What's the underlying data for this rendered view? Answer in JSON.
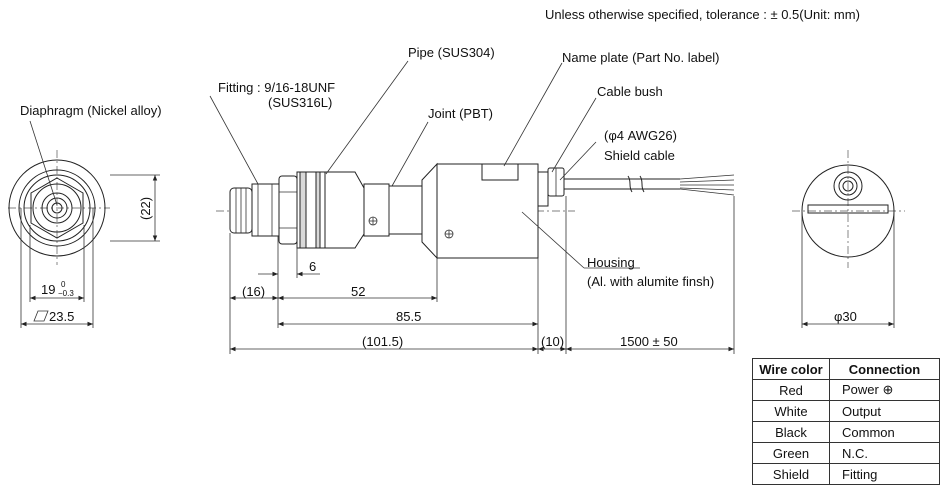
{
  "header": {
    "tolerance_note": "Unless otherwise specified, tolerance : ± 0.5(Unit: mm)"
  },
  "labels": {
    "diaphragm": "Diaphragm (Nickel alloy)",
    "fitting_line1": "Fitting : 9/16-18UNF",
    "fitting_line2": "(SUS316L)",
    "pipe": "Pipe (SUS304)",
    "joint": "Joint (PBT)",
    "name_plate": "Name plate (Part No. label)",
    "cable_bush": "Cable bush",
    "cable_line1": "(φ4   AWG26)",
    "cable_line2": "Shield cable",
    "housing_line1": "Housing",
    "housing_line2": "(Al. with alumite finsh)"
  },
  "dimensions": {
    "d22": "(22)",
    "d19": "19",
    "d19_tol_upper": "0",
    "d19_tol_lower": "−0.3",
    "d23_5": "23.5",
    "d6": "6",
    "d16": "(16)",
    "d52": "52",
    "d85_5": "85.5",
    "d101_5": "(101.5)",
    "d10": "(10)",
    "d1500": "1500 ± 50",
    "d30": "φ30"
  },
  "wire_table": {
    "headers": [
      "Wire color",
      "Connection"
    ],
    "rows": [
      {
        "color": "Red",
        "connection": "Power ⊕"
      },
      {
        "color": "White",
        "connection": "Output"
      },
      {
        "color": "Black",
        "connection": "Common"
      },
      {
        "color": "Green",
        "connection": "N.C."
      },
      {
        "color": "Shield",
        "connection": "Fitting"
      }
    ]
  }
}
